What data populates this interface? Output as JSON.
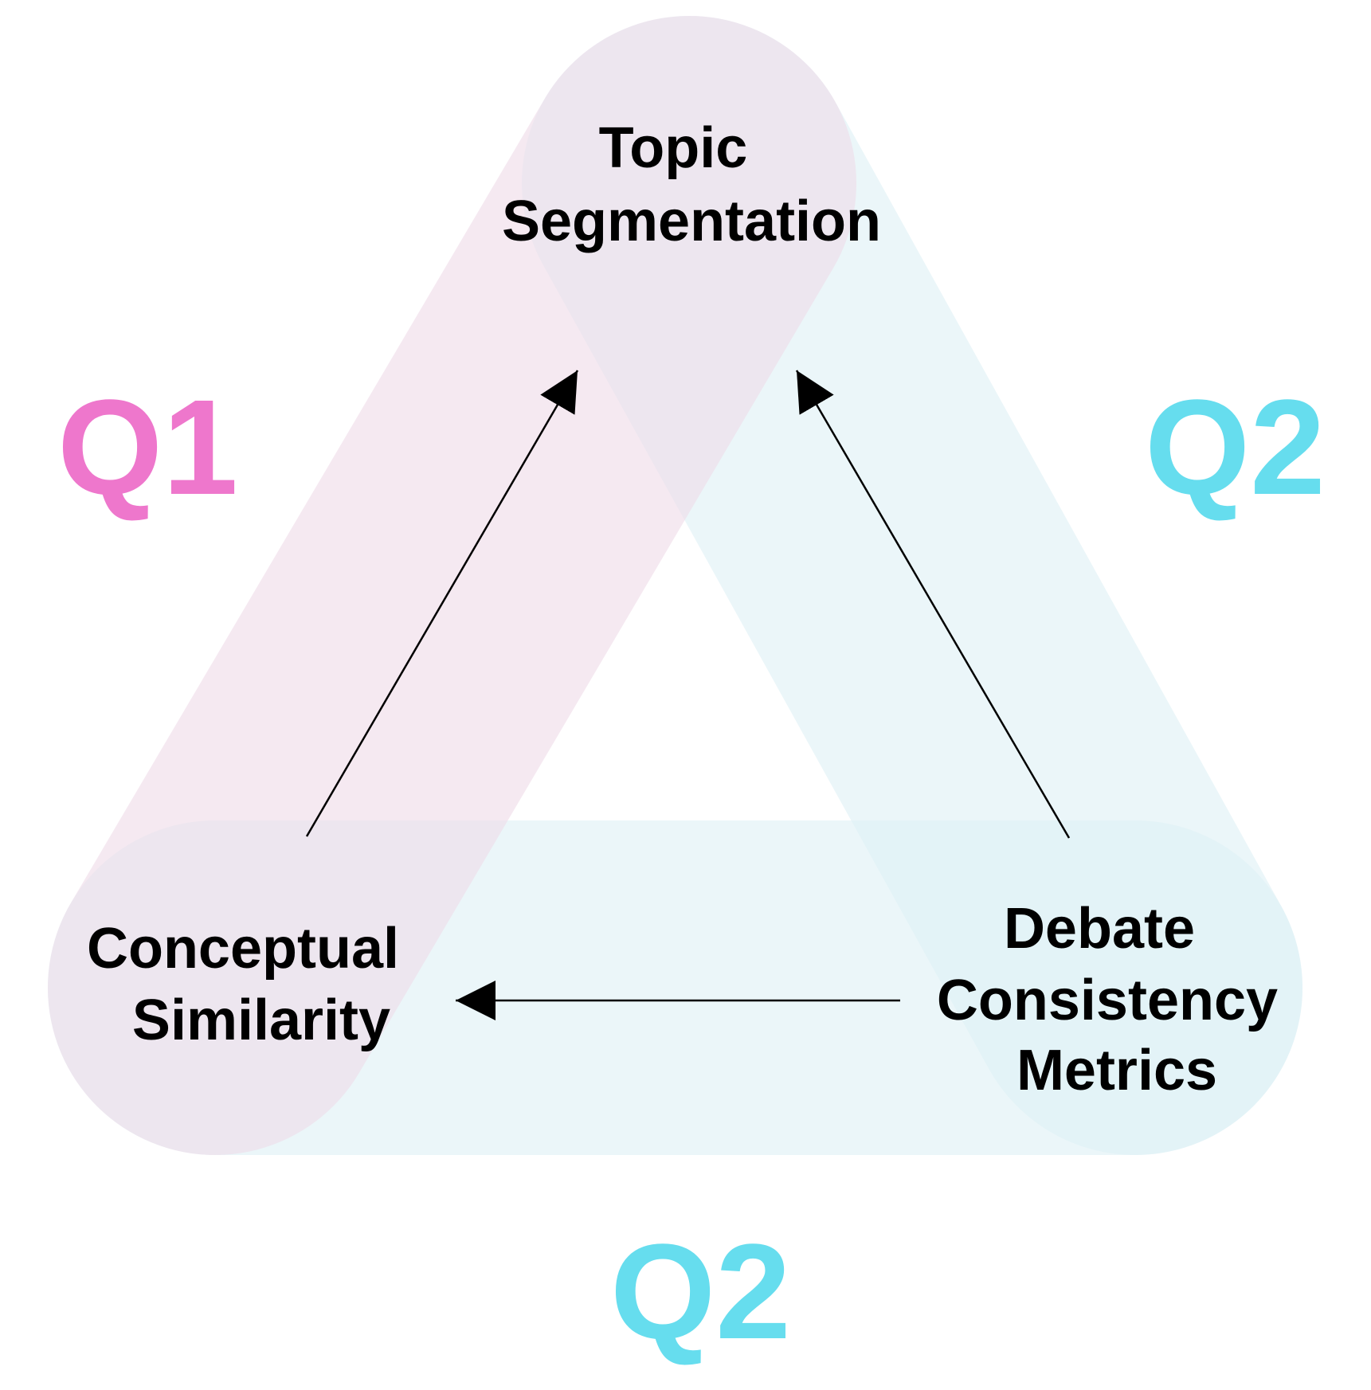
{
  "nodes": {
    "topic_segmentation": {
      "lines": [
        "Topic",
        "Segmentation"
      ]
    },
    "conceptual_similarity": {
      "lines": [
        "Conceptual",
        "Similarity"
      ]
    },
    "debate_consistency_metrics": {
      "lines": [
        "Debate",
        "Consistency",
        "Metrics"
      ]
    }
  },
  "labels": {
    "q_left": "Q1",
    "q_right": "Q2",
    "q_bottom": "Q2"
  },
  "colors": {
    "q1": "#ee77cc",
    "q2": "#66ddee",
    "pink_band": "#efdce9",
    "blue_band": "#dff0f5",
    "text": "#000000"
  }
}
